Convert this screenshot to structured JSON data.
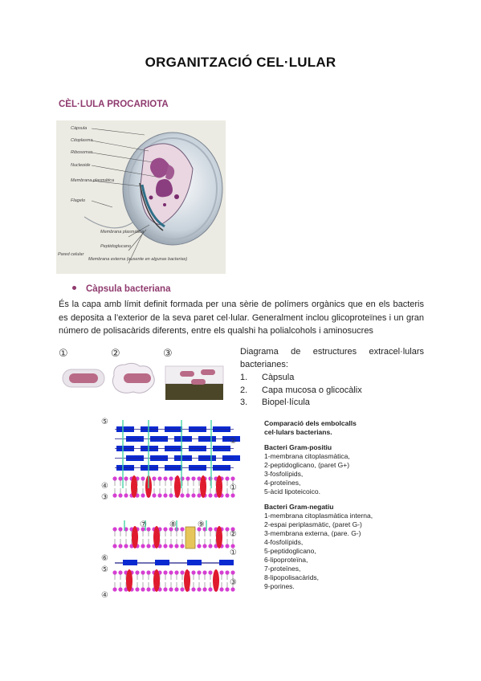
{
  "page": {
    "title": "ORGANITZACIÓ CEL·LULAR",
    "section_heading": "CÈL·LULA PROCARIOTA"
  },
  "figure_cell": {
    "labels": [
      "Càpsula",
      "Citoplasma",
      "Ribosomas",
      "Nucleoide",
      "Membrana plasmática",
      "Flagelo",
      "Membrana plasmática",
      "Peptidoglucano",
      "Membrana externa (ausente en algunas bacterias)"
    ],
    "side_label": "Pared celular"
  },
  "bullet_heading": "Càpsula bacteriana",
  "paragraph": "És la capa amb límit definit formada per una sèrie de polímers orgànics que en els bacteris es deposita a l’exterior de la seva paret cel·lular. Generalment inclou glicoproteïnes i un gran número de polisacàrids diferents, entre els qualshi ha polialcohols i aminosucres",
  "capsule_diagram": {
    "markers": [
      "①",
      "②",
      "③"
    ]
  },
  "capsule_caption": {
    "line1": "Diagrama de estructures extracel·lulars",
    "line2": "bacterianes:",
    "items": [
      {
        "num": "1.",
        "text": "Càpsula"
      },
      {
        "num": "2.",
        "text": "Capa mucosa o glicocàlix"
      },
      {
        "num": "3.",
        "text": "Biopel·lícula"
      }
    ]
  },
  "membrane_diagram": {
    "top_markers": [
      "⑤",
      "②",
      "④",
      "③",
      "①"
    ],
    "bottom_markers": [
      "⑦",
      "⑧",
      "⑨",
      "②",
      "①",
      "⑥",
      "⑤",
      "③",
      "④"
    ]
  },
  "membrane_legend": {
    "heading1": "Comparació dels embolcalls",
    "heading2": "cel·lulars bacterians.",
    "gram_pos_title": "Bacteri Gram-positiu",
    "gram_pos_items": [
      "1-membrana citoplasmàtica,",
      "2-peptidoglicano, (paret G+)",
      "3-fosfolípids,",
      "4-proteïnes,",
      "5-àcid lipoteicoico."
    ],
    "gram_neg_title": "Bacteri Gram-negatiu",
    "gram_neg_items": [
      "1-membrana citoplasmàtica interna,",
      "2-espai periplasmàtic, (paret G-)",
      "3-membrana externa, (pare. G-)",
      "4-fosfolípids,",
      "5-peptidoglicano,",
      "6-lipoproteïna,",
      "7-proteïnes,",
      "8-lipopolisacàrids,",
      "9-porines."
    ]
  }
}
